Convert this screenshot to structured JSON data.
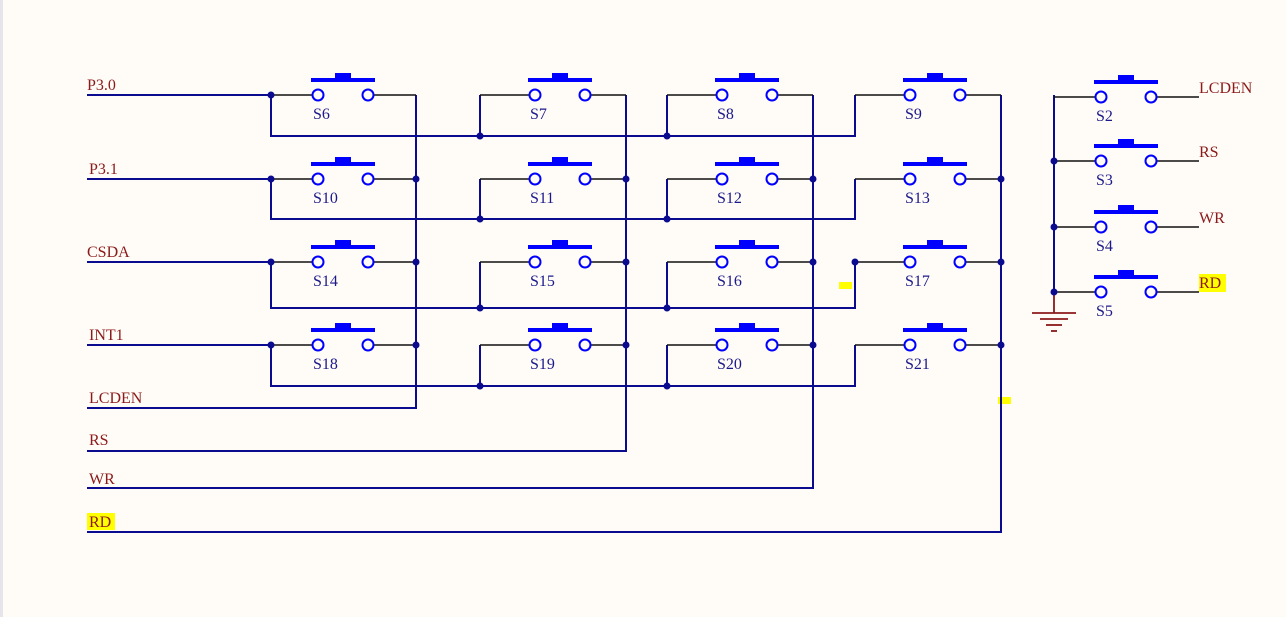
{
  "schematic": {
    "left_nets": {
      "row0": "P3.0",
      "row1": "P3.1",
      "row2": "CSDA",
      "row3": "INT1",
      "col0": "LCDEN",
      "col1": "RS",
      "col2": "WR",
      "col3": "RD"
    },
    "matrix_switches": [
      [
        "S6",
        "S7",
        "S8",
        "S9"
      ],
      [
        "S10",
        "S11",
        "S12",
        "S13"
      ],
      [
        "S14",
        "S15",
        "S16",
        "S17"
      ],
      [
        "S18",
        "S19",
        "S20",
        "S21"
      ]
    ],
    "right_group": {
      "switches": [
        "S2",
        "S3",
        "S4",
        "S5"
      ],
      "nets": [
        "LCDEN",
        "RS",
        "WR",
        "RD"
      ]
    },
    "highlighted_nets": [
      "RD"
    ],
    "colors": {
      "background": "#fffbf6",
      "wire": "#0b0b90",
      "switch": "#0000ff",
      "net_label": "#8b1a1a",
      "designator": "#1a1a8a",
      "highlight": "#ffff00"
    },
    "icons": {
      "ground": "ground-icon",
      "switch": "push-button-switch-icon"
    }
  }
}
